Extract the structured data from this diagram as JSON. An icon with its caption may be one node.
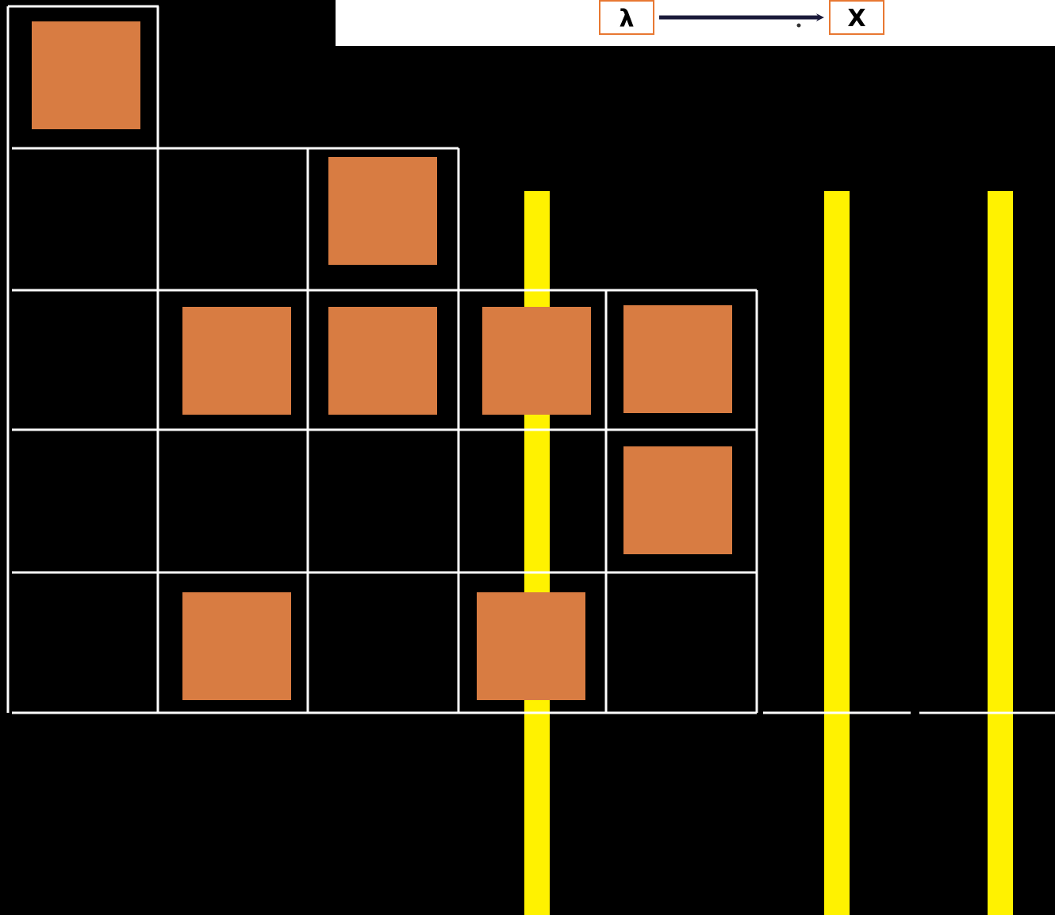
{
  "diagram": {
    "nodes": [
      {
        "text": [
          "λ"
        ]
      },
      {
        "text": [
          "X"
        ]
      }
    ],
    "edges": [
      {
        "from": 0,
        "to": 1,
        "arrow": "to"
      }
    ]
  }
}
